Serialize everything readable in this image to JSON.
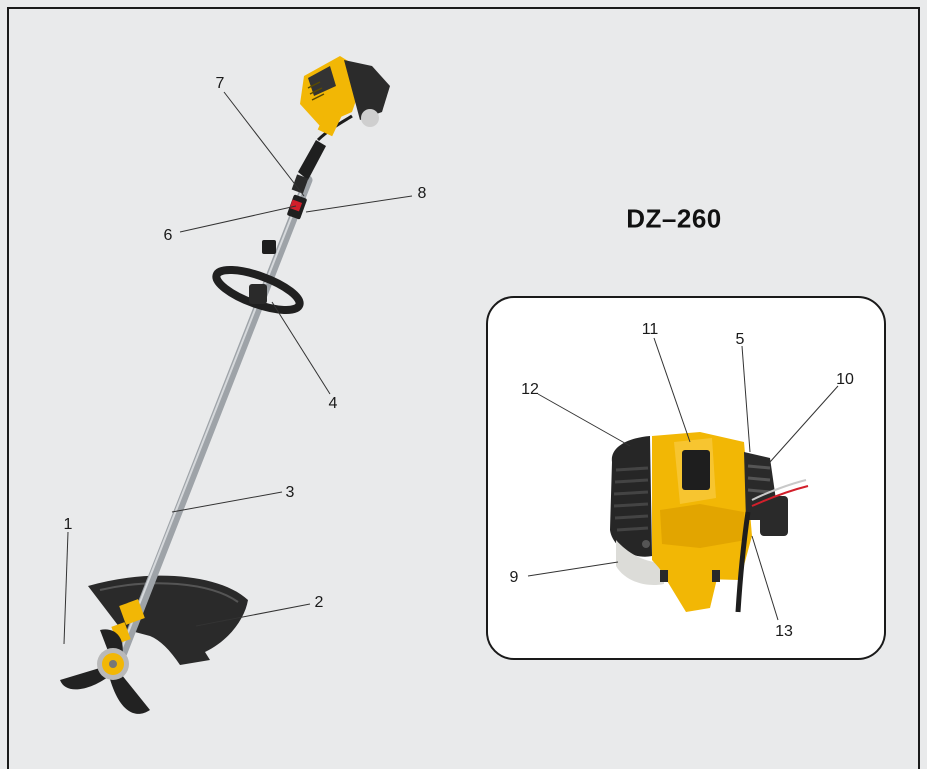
{
  "model": "DZ–260",
  "callouts": {
    "c1": "1",
    "c2": "2",
    "c3": "3",
    "c4": "4",
    "c5": "5",
    "c6": "6",
    "c7": "7",
    "c8": "8",
    "c9": "9",
    "c10": "10",
    "c11": "11",
    "c12": "12",
    "c13": "13"
  },
  "colors": {
    "background": "#e9eaeb",
    "tool_yellow": "#f2b705",
    "engine_dark": "#2b2b2b",
    "shaft": "#a9adb1",
    "inset_background": "#ffffff"
  }
}
